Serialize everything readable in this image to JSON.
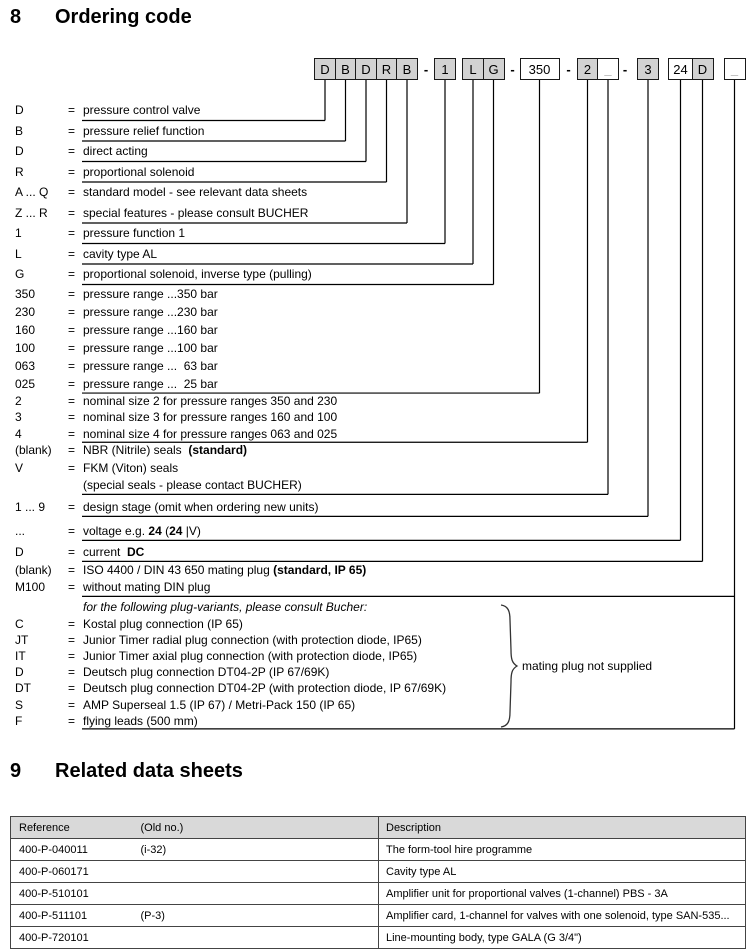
{
  "colors": {
    "box_fill": "#d2d2d2",
    "box_border": "#1a1a1a",
    "table_header_bg": "#d9d9d9",
    "line": "#000000"
  },
  "eq_symbol": "=",
  "sections": {
    "ordering": {
      "number": "8",
      "title": "Ordering code"
    },
    "related": {
      "number": "9",
      "title": "Related data sheets"
    }
  },
  "code_boxes": {
    "groups": [
      {
        "cells": [
          {
            "label": "D",
            "filled": true
          },
          {
            "label": "B",
            "filled": true
          },
          {
            "label": "D",
            "filled": true
          },
          {
            "label": "R",
            "filled": true
          },
          {
            "label": "B",
            "filled": true
          }
        ]
      },
      {
        "separator": "-"
      },
      {
        "cells": [
          {
            "label": "1",
            "filled": true
          }
        ]
      },
      {
        "cells": [
          {
            "label": "L",
            "filled": true
          },
          {
            "label": "G",
            "filled": true
          }
        ]
      },
      {
        "separator": "-"
      },
      {
        "cells": [
          {
            "label": "350",
            "filled": false
          }
        ]
      },
      {
        "separator": "-"
      },
      {
        "cells": [
          {
            "label": "2",
            "filled": true
          },
          {
            "label": "_",
            "filled": false,
            "muted": true
          }
        ]
      },
      {
        "separator": "-"
      },
      {
        "cells": [
          {
            "label": "3",
            "filled": true
          }
        ]
      },
      {
        "cells": [
          {
            "label": "24",
            "filled": false
          },
          {
            "label": "D",
            "filled": true
          }
        ]
      },
      {
        "cells": [
          {
            "label": "_",
            "filled": false,
            "muted": true
          }
        ]
      }
    ]
  },
  "ordering_rows": [
    {
      "id": "d1",
      "code": "D",
      "group": "g1",
      "desc": [
        {
          "t": "pressure control valve"
        }
      ]
    },
    {
      "id": "b1",
      "code": "B",
      "group": "g1",
      "desc": [
        {
          "t": "pressure relief function"
        }
      ]
    },
    {
      "id": "d2",
      "code": "D",
      "group": "g1",
      "desc": [
        {
          "t": "direct acting"
        }
      ]
    },
    {
      "id": "r",
      "code": "R",
      "group": "g1",
      "desc": [
        {
          "t": "proportional solenoid"
        }
      ]
    },
    {
      "id": "aq",
      "code": "A ... Q",
      "group": "g1",
      "desc": [
        {
          "t": "standard model - see relevant data sheets"
        }
      ]
    },
    {
      "id": "zr",
      "code": "Z ... R",
      "group": "g1",
      "desc": [
        {
          "t": "special features - please consult BUCHER"
        }
      ]
    },
    {
      "id": "n1",
      "code": "1",
      "group": "g1",
      "desc": [
        {
          "t": "pressure function 1"
        }
      ]
    },
    {
      "id": "l",
      "code": "L",
      "group": "g1",
      "desc": [
        {
          "t": "cavity type AL"
        }
      ]
    },
    {
      "id": "g",
      "code": "G",
      "group": "g1",
      "desc": [
        {
          "t": "proportional solenoid, inverse type (pulling)"
        }
      ]
    },
    {
      "id": "p350",
      "code": "350",
      "group": "prange",
      "desc": [
        {
          "t": "pressure range ...350 bar"
        }
      ]
    },
    {
      "id": "p230",
      "code": "230",
      "group": "prange",
      "desc": [
        {
          "t": "pressure range ...230 bar"
        }
      ]
    },
    {
      "id": "p160",
      "code": "160",
      "group": "prange",
      "desc": [
        {
          "t": "pressure range ...160 bar"
        }
      ]
    },
    {
      "id": "p100",
      "code": "100",
      "group": "prange",
      "desc": [
        {
          "t": "pressure range ...100 bar"
        }
      ]
    },
    {
      "id": "p063",
      "code": "063",
      "group": "prange",
      "desc": [
        {
          "t": "pressure range ...  63 bar"
        }
      ]
    },
    {
      "id": "p025",
      "code": "025",
      "group": "prange",
      "desc": [
        {
          "t": "pressure range ...  25 bar"
        }
      ]
    },
    {
      "id": "s2",
      "code": "2",
      "group": "nsize",
      "desc": [
        {
          "t": "nominal size 2 for pressure ranges 350 and 230"
        }
      ]
    },
    {
      "id": "s3",
      "code": "3",
      "group": "nsize",
      "desc": [
        {
          "t": "nominal size 3 for pressure ranges 160 and 100"
        }
      ]
    },
    {
      "id": "s4",
      "code": "4",
      "group": "nsize",
      "desc": [
        {
          "t": "nominal size 4 for pressure ranges 063 and 025"
        }
      ]
    },
    {
      "id": "nbr",
      "code": "(blank)",
      "group": "seals",
      "desc": [
        {
          "t": "NBR (Nitrile) seals  "
        },
        {
          "t": "(standard)",
          "b": true
        }
      ]
    },
    {
      "id": "fkm",
      "code": "V",
      "group": "seals",
      "desc": [
        {
          "t": "FKM (Viton) seals"
        }
      ]
    },
    {
      "id": "seal3",
      "code": "",
      "group": "seals",
      "desc": [
        {
          "t": "(special seals - please contact BUCHER)"
        }
      ]
    },
    {
      "id": "ds",
      "code": "1 ... 9",
      "group": "stage",
      "desc": [
        {
          "t": "design stage (omit when ordering new units)"
        }
      ]
    },
    {
      "id": "volt",
      "code": "...",
      "group": "stage",
      "desc": [
        {
          "t": "voltage e.g. "
        },
        {
          "t": "24",
          "b": true
        },
        {
          "t": " ("
        },
        {
          "t": "24",
          "b": true
        },
        {
          "t": " |V)"
        }
      ]
    },
    {
      "id": "dc",
      "code": "D",
      "group": "stage",
      "desc": [
        {
          "t": "current  "
        },
        {
          "t": "DC",
          "b": true
        }
      ]
    },
    {
      "id": "iso",
      "code": "(blank)",
      "group": "plug",
      "desc": [
        {
          "t": "ISO 4400 / DIN 43 650 mating plug "
        },
        {
          "t": "(standard, IP 65)",
          "b": true
        }
      ]
    },
    {
      "id": "m100",
      "code": "M100",
      "group": "plug",
      "desc": [
        {
          "t": "without mating DIN plug"
        }
      ]
    },
    {
      "id": "note",
      "code": "",
      "group": "note",
      "desc": [
        {
          "t": "for the following plug-variants, please consult Bucher:",
          "i": true
        }
      ]
    },
    {
      "id": "c",
      "code": "C",
      "group": "plugvar",
      "desc": [
        {
          "t": "Kostal plug connection (IP 65)"
        }
      ]
    },
    {
      "id": "jt",
      "code": "JT",
      "group": "plugvar",
      "desc": [
        {
          "t": "Junior Timer radial plug connection (with protection diode, IP65)"
        }
      ]
    },
    {
      "id": "it",
      "code": "IT",
      "group": "plugvar",
      "desc": [
        {
          "t": "Junior Timer axial plug connection (with protection diode, IP65)"
        }
      ]
    },
    {
      "id": "dpl",
      "code": "D",
      "group": "plugvar",
      "desc": [
        {
          "t": "Deutsch plug connection DT04-2P (IP 67/69K)"
        }
      ]
    },
    {
      "id": "dt",
      "code": "DT",
      "group": "plugvar",
      "desc": [
        {
          "t": "Deutsch plug connection DT04-2P (with protection diode, IP 67/69K)"
        }
      ]
    },
    {
      "id": "s",
      "code": "S",
      "group": "plugvar",
      "desc": [
        {
          "t": "AMP Superseal 1.5 (IP 67) / Metri-Pack 150 (IP 65)"
        }
      ]
    },
    {
      "id": "f",
      "code": "F",
      "group": "plugvar",
      "desc": [
        {
          "t": "flying leads (500 mm)"
        }
      ]
    }
  ],
  "connector_map": [
    {
      "cell": "0-0",
      "rows": [
        "d1"
      ]
    },
    {
      "cell": "0-1",
      "rows": [
        "b1"
      ]
    },
    {
      "cell": "0-2",
      "rows": [
        "d2"
      ]
    },
    {
      "cell": "0-3",
      "rows": [
        "r"
      ]
    },
    {
      "cell": "0-4",
      "rows": [
        "zr"
      ]
    },
    {
      "cell": "2-0",
      "rows": [
        "n1"
      ]
    },
    {
      "cell": "3-0",
      "rows": [
        "l"
      ]
    },
    {
      "cell": "3-1",
      "rows": [
        "g"
      ]
    },
    {
      "cell": "5-0",
      "rows": [
        "p025"
      ]
    },
    {
      "cell": "7-0",
      "rows": [
        "s4"
      ]
    },
    {
      "cell": "7-1",
      "rows": [
        "seal3"
      ]
    },
    {
      "cell": "9-0",
      "rows": [
        "ds"
      ]
    },
    {
      "cell": "10-0",
      "rows": [
        "volt"
      ]
    },
    {
      "cell": "10-1",
      "rows": [
        "dc"
      ]
    },
    {
      "cell": "11-0",
      "rows": [
        "m100",
        "f"
      ]
    }
  ],
  "brace_label": "mating plug not supplied",
  "table": {
    "headers": [
      "Reference",
      "(Old no.)",
      "Description"
    ],
    "rows": [
      [
        "400-P-040011",
        "(i-32)",
        "The form-tool hire programme"
      ],
      [
        "400-P-060171",
        "",
        "Cavity type AL"
      ],
      [
        "400-P-510101",
        "",
        "Amplifier unit for proportional valves (1-channel) PBS - 3A"
      ],
      [
        "400-P-511101",
        "(P-3)",
        "Amplifier card, 1-channel for valves with one solenoid, type SAN-535..."
      ],
      [
        "400-P-720101",
        "",
        "Line-mounting body, type GALA (G 3/4\")"
      ]
    ]
  }
}
